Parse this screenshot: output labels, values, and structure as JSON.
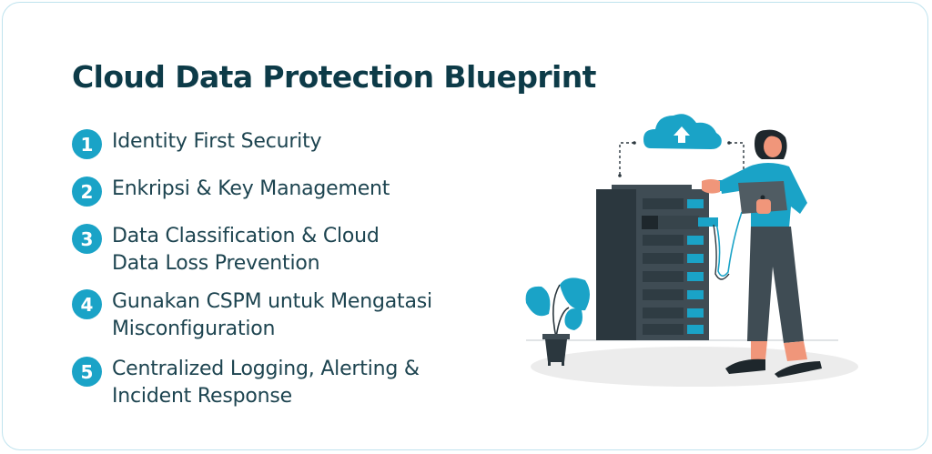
{
  "title": "Cloud Data Protection Blueprint",
  "items": [
    {
      "number": "1",
      "line1": "Identity First Security",
      "line2": ""
    },
    {
      "number": "2",
      "line1": "Enkripsi & Key Management",
      "line2": ""
    },
    {
      "number": "3",
      "line1": "Data Classification & Cloud",
      "line2": "Data Loss Prevention"
    },
    {
      "number": "4",
      "line1": "Gunakan CSPM untuk Mengatasi",
      "line2": "Misconfiguration"
    },
    {
      "number": "5",
      "line1": "Centralized Logging, Alerting &",
      "line2": "Incident Response"
    }
  ],
  "colors": {
    "title": "#0d3b48",
    "text": "#1d4450",
    "accent": "#1aa3c7",
    "border": "#bfe3ee",
    "server_dark": "#2b373e",
    "server_mid": "#3f4c54",
    "skin": "#f0967a"
  },
  "illustration": {
    "icons": [
      "cloud-upload-icon",
      "server-rack",
      "woman-with-tablet",
      "potted-plant"
    ]
  }
}
